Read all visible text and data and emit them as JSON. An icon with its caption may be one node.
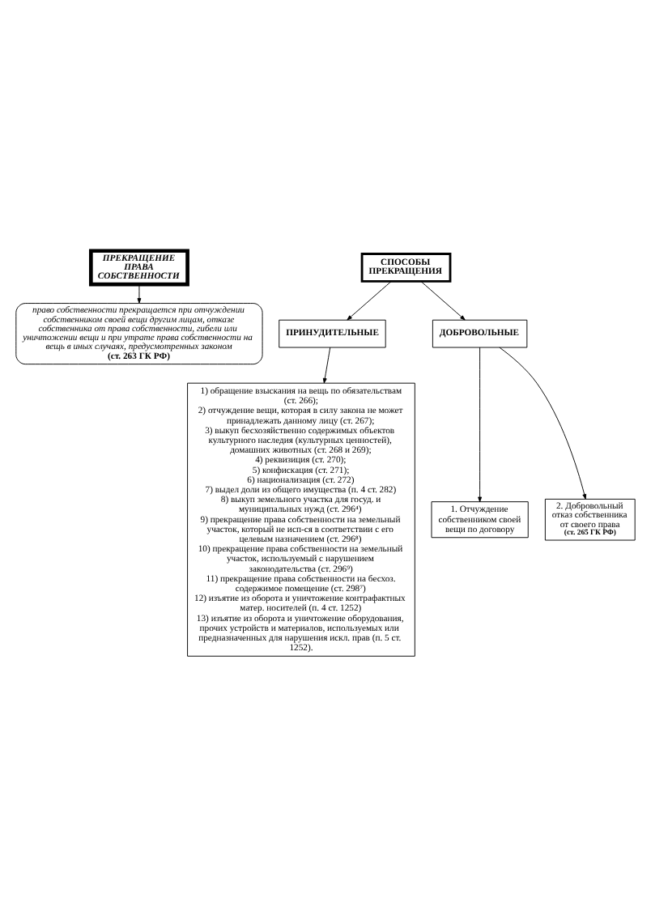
{
  "diagram": {
    "nodes": [
      {
        "text": [
          "ПРЕКРАЩЕНИЕ ПРАВА СОБСТВЕННОСТИ"
        ]
      },
      {
        "text": [
          "право собственности прекращается при отчуждении собственником своей вещи другим лицам, отказе собственника от права собственности, гибели или уничтожении вещи и при утрате права собственности на вещь в иных случаях, предусмотренных законом",
          "(ст. 263 ГК РФ)"
        ]
      },
      {
        "text": [
          "СПОСОБЫ ПРЕКРАЩЕНИЯ"
        ]
      },
      {
        "text": [
          "ПРИНУДИТЕЛЬНЫЕ"
        ]
      },
      {
        "text": [
          "ДОБРОВОЛЬНЫЕ"
        ]
      },
      {
        "text": [
          "1. Отчуждение собственником своей вещи по договору"
        ]
      },
      {
        "text": [
          "2. Добровольный отказ собственника от своего права",
          "(ст. 265 ГК РФ)"
        ]
      },
      {
        "text": [
          "1) обращение взыскания на вещь по обязательствам (ст. 266);",
          "2) отчуждение вещи, которая в силу закона не может принадлежать данному лицу (ст. 267);",
          "3) выкуп бесхозяйственно содержимых объектов культурного наследия (культурных ценностей), домашних животных (ст. 268 и 269);",
          "4) реквизиция (ст. 270);",
          "5) конфискация (ст. 271);",
          "6) национализация (ст. 272)",
          "7) выдел доли из общего имущества (п. 4 ст. 282)",
          "8) выкуп земельного участка для госуд. и муниципальных нужд (ст. 296⁴)",
          "9) прекращение права собственности на земельный участок, который не исп-ся в соответствии с его целевым назначением (ст. 296⁸)",
          "10) прекращение права собственности на земельный участок, используемый с нарушением законодательства (ст. 296⁹)",
          "11) прекращение права собственности на бесхоз. содержимое помещение (ст. 298⁷)",
          "12) изъятие из оборота и уничтожение контрафактных матер. носителей (п. 4 ст. 1252)",
          "13) изъятие из оборота и уничтожение оборудования, прочих устройств и материалов, используемых или предназначенных для нарушения искл. прав (п. 5 ст. 1252)."
        ]
      }
    ],
    "edges": [
      {
        "from": 0,
        "to": 1,
        "arrow": "to"
      },
      {
        "from": 2,
        "to": 3,
        "arrow": "to"
      },
      {
        "from": 2,
        "to": 4,
        "arrow": "to"
      },
      {
        "from": 3,
        "to": 7,
        "arrow": "to"
      },
      {
        "from": 4,
        "to": 5,
        "arrow": "to"
      },
      {
        "from": 4,
        "to": 6,
        "arrow": "to"
      }
    ]
  }
}
